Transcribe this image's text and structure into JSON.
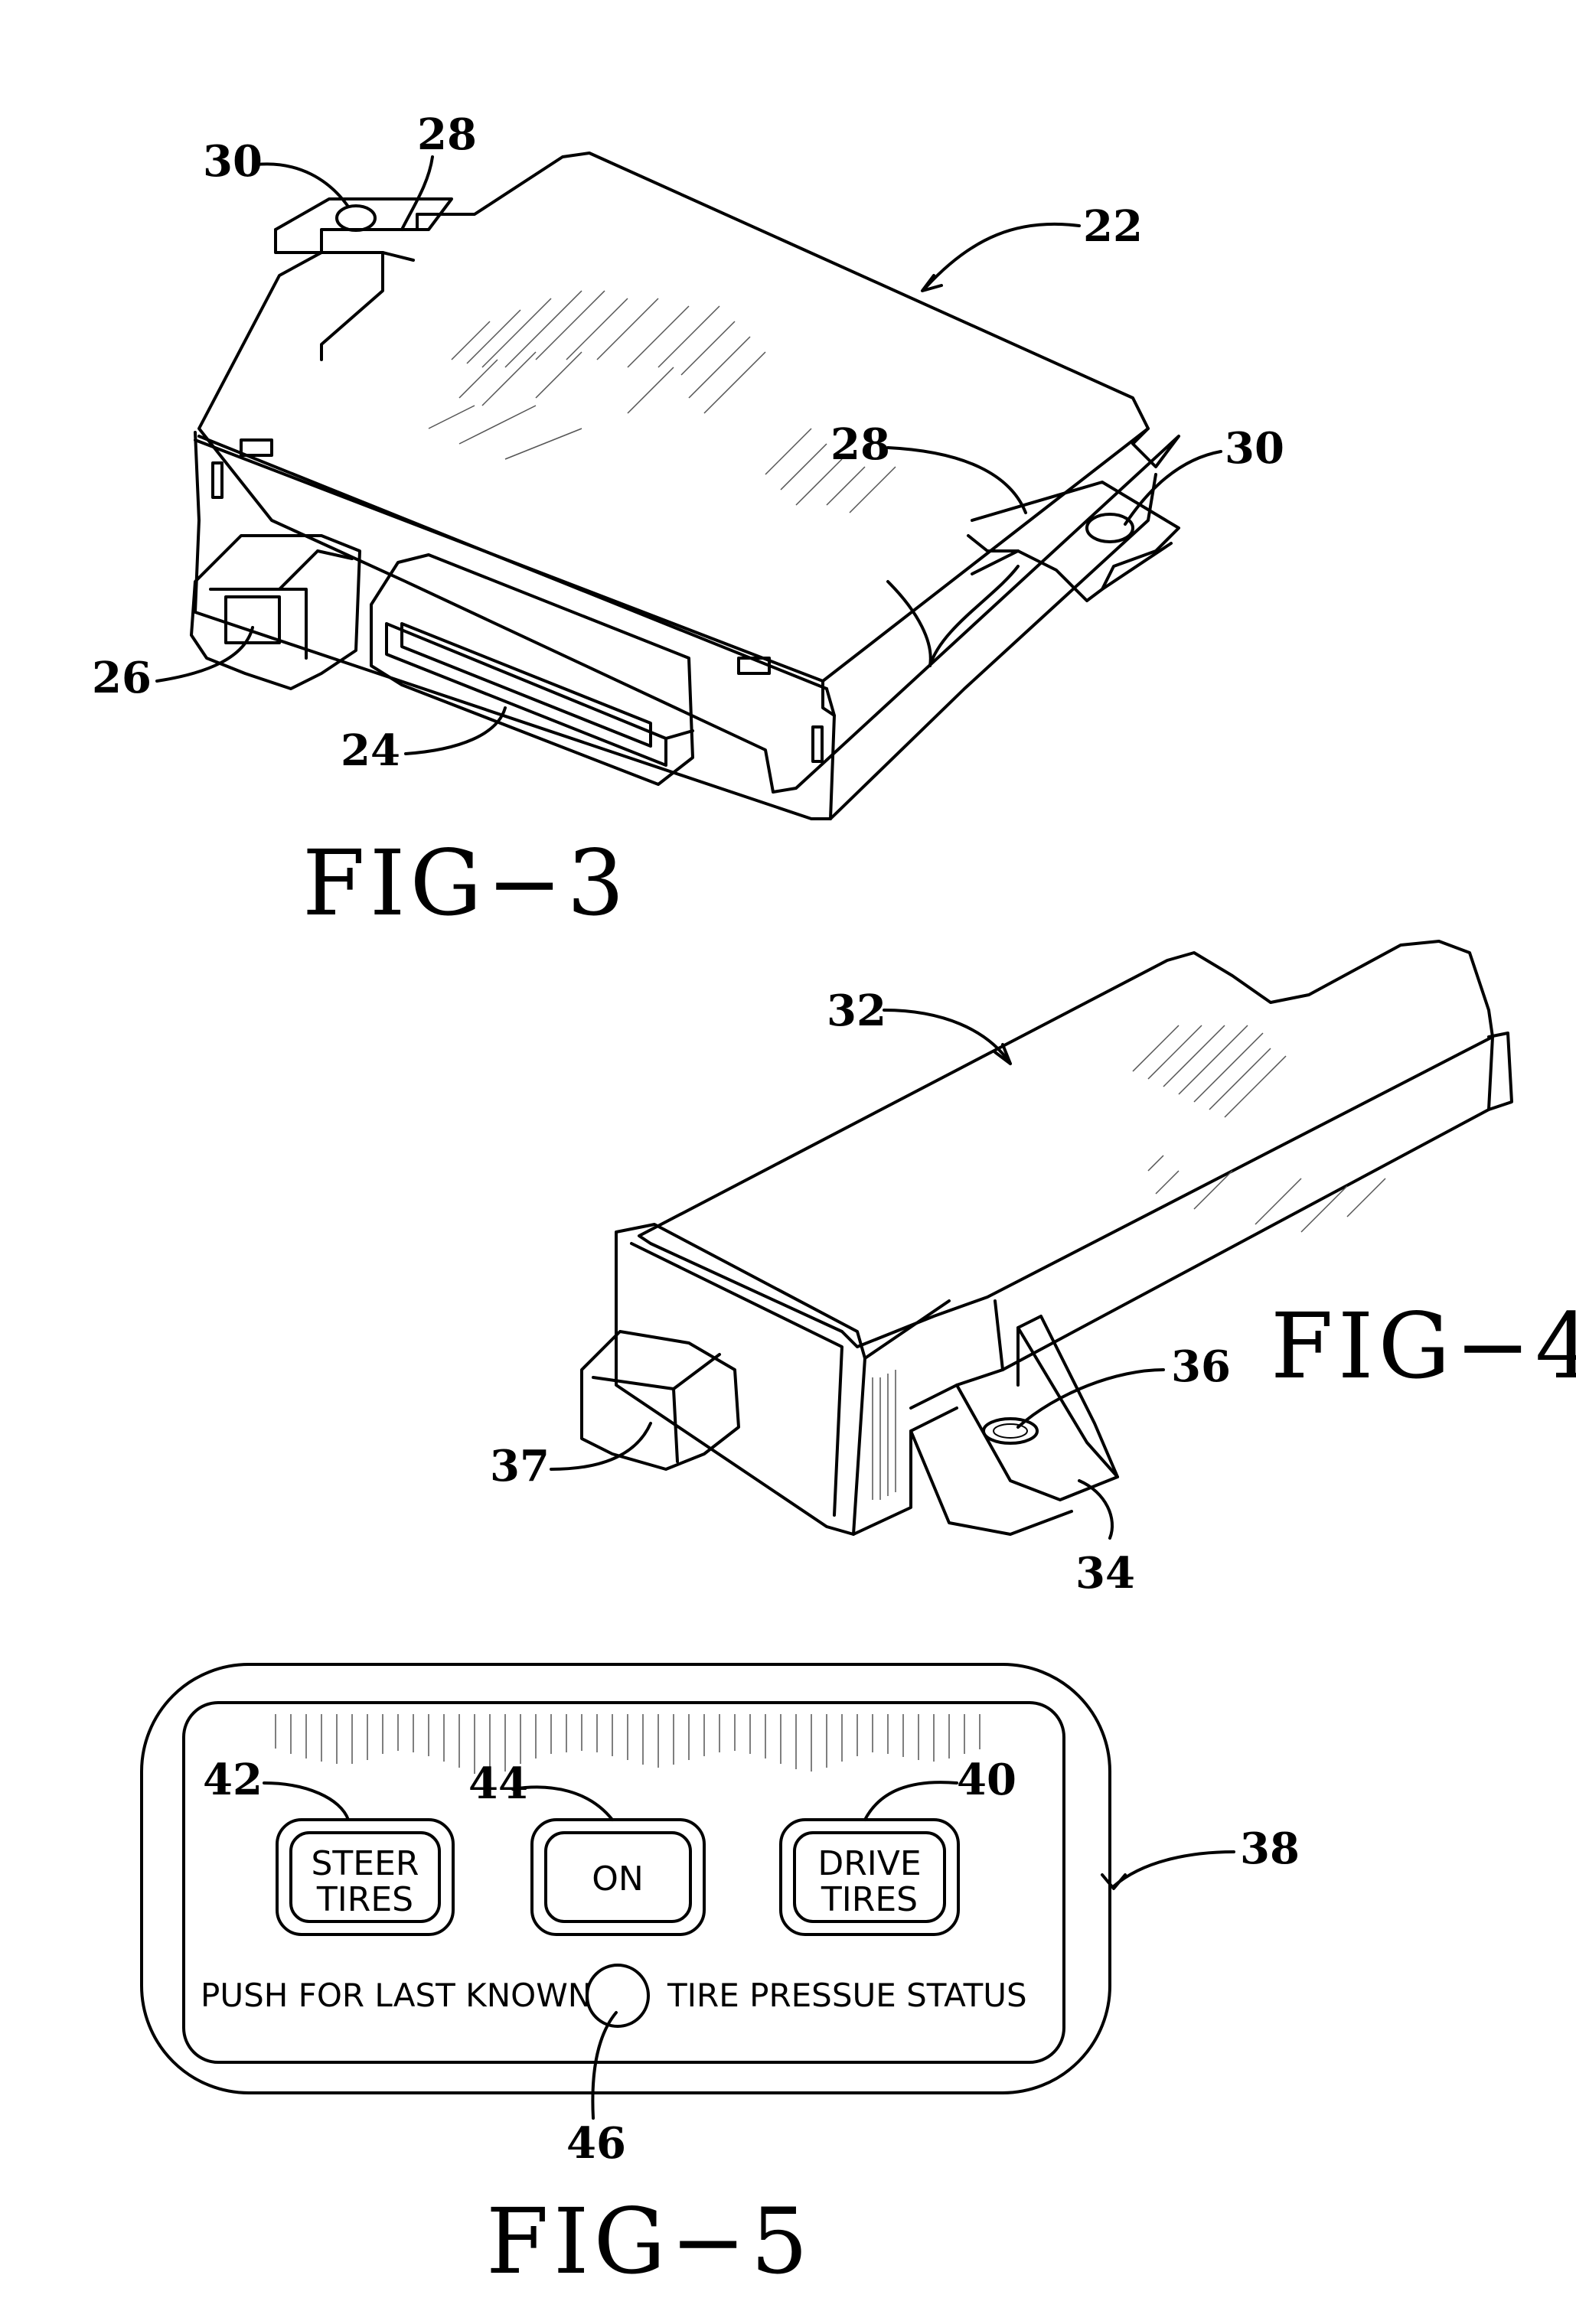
{
  "figures": {
    "fig3": {
      "label": "FIG−3",
      "refs": {
        "r30a": "30",
        "r28a": "28",
        "r22": "22",
        "r28b": "28",
        "r30b": "30",
        "r26": "26",
        "r24": "24"
      }
    },
    "fig4": {
      "label": "FIG−4",
      "refs": {
        "r32": "32",
        "r36": "36",
        "r37": "37",
        "r34": "34"
      }
    },
    "fig5": {
      "label": "FIG−5",
      "refs": {
        "r42": "42",
        "r44": "44",
        "r40": "40",
        "r38": "38",
        "r46": "46"
      },
      "panel": {
        "steer_line1": "STEER",
        "steer_line2": "TIRES",
        "on_label": "ON",
        "drive_line1": "DRIVE",
        "drive_line2": "TIRES",
        "status_left": "PUSH  FOR  LAST  KNOWN",
        "status_right": "TIRE  PRESSUE  STATUS"
      }
    }
  }
}
